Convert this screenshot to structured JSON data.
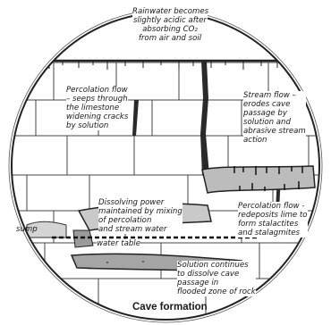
{
  "diagram": {
    "title": "Cave formation",
    "labels": {
      "rainwater": [
        "Rainwater becomes",
        "slightly acidic after",
        "absorbing CO₂",
        "from air and soil"
      ],
      "percolation_top": [
        "Percolation flow",
        "– seeps through",
        "the limestone",
        "widening cracks",
        "by solution"
      ],
      "stream_flow": [
        "Stream flow –",
        "erodes cave",
        "passage by",
        "solution and",
        "abrasive stream",
        "action"
      ],
      "percolation_right": [
        "Percolation flow -",
        "redeposits lime to",
        "form stalactites",
        "and stalagmites"
      ],
      "dissolving": [
        "Dissolving power",
        "maintained by mixing",
        "of percolation",
        "and stream water"
      ],
      "sump": "sump",
      "water_table": "water table",
      "solution": [
        "Solution continues",
        "to dissolve cave",
        "passage in",
        "flooded zone of rock"
      ]
    }
  }
}
